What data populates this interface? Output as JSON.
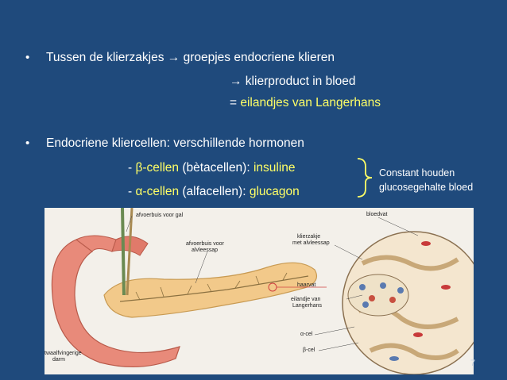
{
  "bullet1": {
    "prefix": "Tussen de klierzakjes ",
    "arrow": "→",
    "suffix": " groepjes endocriene klieren",
    "line2_arrow": "→",
    "line2": " klierproduct in bloed",
    "line3_prefix": "= ",
    "line3_highlight": "eilandjes van Langerhans"
  },
  "bullet2": {
    "text": "Endocriene kliercellen: verschillende hormonen",
    "beta": {
      "dash": "- ",
      "name": "β-cellen",
      "paren": " (bètacellen): ",
      "hormone": "insuline"
    },
    "alpha": {
      "dash": "- ",
      "name": "α-cellen",
      "paren": " (alfacellen): ",
      "hormone": "glucagon"
    }
  },
  "note": {
    "line1": "Constant houden",
    "line2": "glucosegehalte bloed"
  },
  "figure_labels": {
    "afvoerbuis_gal": "afvoerbuis voor gal",
    "afvoerbuis_alvleessap_1": "afvoerbuis voor",
    "afvoerbuis_alvleessap_2": "alvleessap",
    "bloedvat": "bloedvat",
    "klierzakje_1": "klierzakje",
    "klierzakje_2": "met alvleessap",
    "haarvat": "haarvat",
    "eilandje_1": "eilandje van",
    "eilandje_2": "Langerhans",
    "alpha_cel": "α-cel",
    "beta_cel": "β-cel",
    "twaalf_1": "twaalfvingerige",
    "twaalf_2": "darm"
  },
  "page_number": "7",
  "colors": {
    "background": "#1f4a7c",
    "highlight": "#ffff66",
    "text": "#ffffff"
  }
}
